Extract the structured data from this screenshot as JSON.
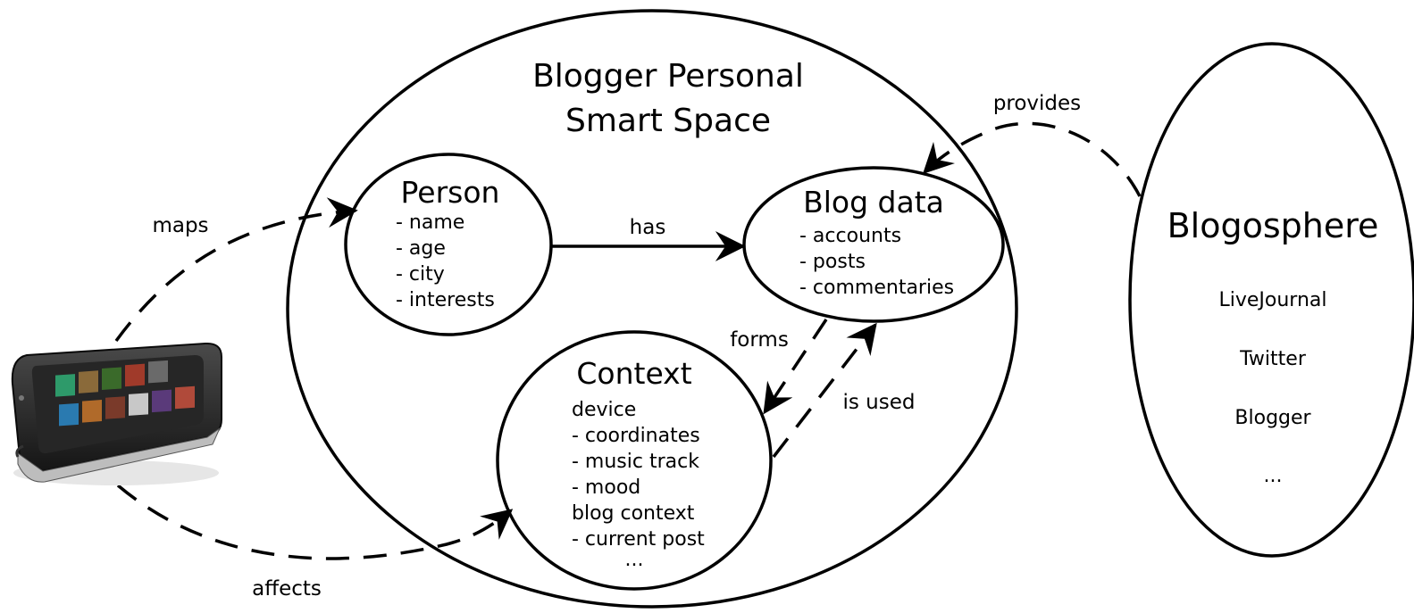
{
  "space": {
    "title_line1": "Blogger Personal",
    "title_line2": "Smart Space"
  },
  "person": {
    "title": "Person",
    "attrs": [
      "- name",
      "- age",
      "- city",
      "- interests"
    ]
  },
  "blog_data": {
    "title": "Blog data",
    "attrs": [
      "- accounts",
      "- posts",
      "- commentaries"
    ]
  },
  "context": {
    "title": "Context",
    "lines": [
      "device",
      "- coordinates",
      "- music track",
      "- mood",
      "blog context",
      "- current post",
      "..."
    ]
  },
  "blogosphere": {
    "title": "Blogosphere",
    "sites": [
      "LiveJournal",
      "Twitter",
      "Blogger",
      "..."
    ]
  },
  "edges": {
    "maps": "maps",
    "has": "has",
    "forms": "forms",
    "is_used": "is used",
    "provides": "provides",
    "affects": "affects"
  },
  "device_image": {
    "icon": "tablet-device-icon"
  }
}
